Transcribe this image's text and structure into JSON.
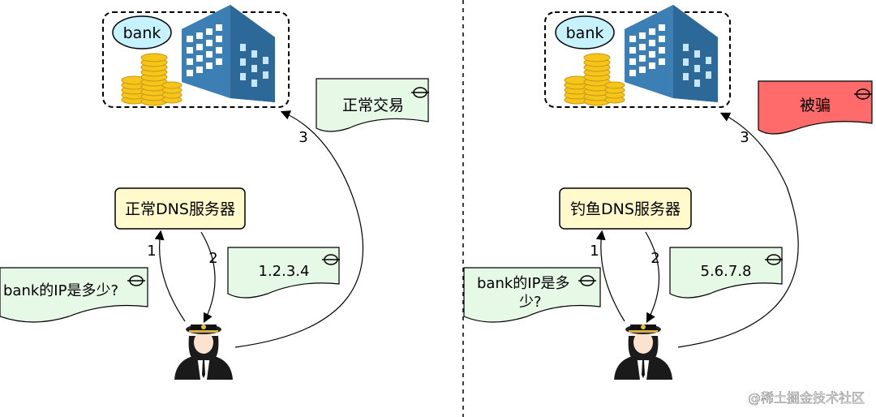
{
  "left": {
    "bank_label": "bank",
    "dns_label": "正常DNS服务器",
    "question_note": "bank的IP是多少?",
    "answer_note": "1.2.3.4",
    "result_note": "正常交易",
    "step1": "1",
    "step2": "2",
    "step3": "3"
  },
  "right": {
    "bank_label": "bank",
    "dns_label": "钓鱼DNS服务器",
    "question_note_line1": "bank的IP是多",
    "question_note_line2": "少?",
    "answer_note": "5.6.7.8",
    "result_note": "被骗",
    "step1": "1",
    "step2": "2",
    "step3": "3"
  },
  "watermark": "@稀土掘金技术社区",
  "colors": {
    "note_fill": "#e6f8e6",
    "warning_fill": "#ff6a6a",
    "dns_fill": "#fff9cc",
    "bank_bubble": "#c6f2ff",
    "building": "#2f6a9a",
    "coin": "#f5c518"
  }
}
